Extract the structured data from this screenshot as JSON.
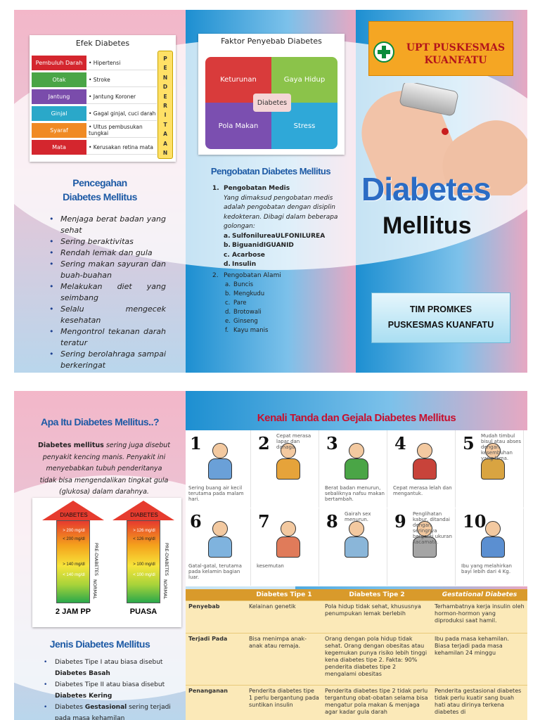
{
  "efek": {
    "title": "Efek Diabetes",
    "rows": [
      {
        "organ": "Pembuluh Darah",
        "effect": "• Hipertensi",
        "color": "#d4262e"
      },
      {
        "organ": "Otak",
        "effect": "• Stroke",
        "color": "#4aa546"
      },
      {
        "organ": "Jantung",
        "effect": "• Jantung Koroner",
        "color": "#7a4cab"
      },
      {
        "organ": "Ginjal",
        "effect": "• Gagal ginjal, cuci darah",
        "color": "#2aa8c9"
      },
      {
        "organ": "Syaraf",
        "effect": "• Ultus pembusukan tungkai",
        "color": "#f08a24"
      },
      {
        "organ": "Mata",
        "effect": "• Kerusakan retina mata",
        "color": "#d4262e"
      }
    ],
    "side": [
      "P",
      "E",
      "N",
      "D",
      "E",
      "R",
      "I",
      "T",
      "A",
      "A",
      "N"
    ]
  },
  "pencegahan": {
    "title1": "Pencegahan",
    "title2": "Diabetes Mellitus",
    "items": [
      "Menjaga berat badan yang sehat",
      "Sering beraktivitas",
      "Rendah lemak dan gula",
      "Sering makan sayuran dan buah-buahan",
      "Melakukan diet yang seimbang",
      "Selalu mengecek kesehatan",
      "Mengontrol tekanan darah teratur",
      "Sering berolahraga sampai berkeringat"
    ]
  },
  "faktor": {
    "title": "Faktor Penyebab Diabetes",
    "q1": "Keturunan",
    "q2": "Gaya Hidup",
    "q3": "Pola Makan",
    "q4": "Stress",
    "center": "Diabetes"
  },
  "pengobatan": {
    "title": "Pengobatan Diabetes Mellitus",
    "medis_title": "Pengobatan Medis",
    "medis_desc": "Yang dimaksud pengobatan medis adalah pengobatan dengan disiplin kedokteran. Dibagi dalam beberapa golongan:",
    "medis": [
      {
        "k": "a.",
        "v": "SulfonilureaULFONILUREA"
      },
      {
        "k": "b.",
        "v": "BiguanidIGUANID"
      },
      {
        "k": "c.",
        "v": "Acarbose"
      },
      {
        "k": "d.",
        "v": "Insulin"
      }
    ],
    "alami_title": "Pengobatan Alami",
    "alami": [
      {
        "k": "a.",
        "v": "Buncis"
      },
      {
        "k": "b.",
        "v": "Mengkudu"
      },
      {
        "k": "c.",
        "v": "Pare"
      },
      {
        "k": "d.",
        "v": "Brotowali"
      },
      {
        "k": "e.",
        "v": "Ginseng"
      },
      {
        "k": "f.",
        "v": "Kayu manis"
      }
    ],
    "n1": "1.",
    "n2": "2."
  },
  "cover": {
    "org1": "UPT PUSKESMAS",
    "org2": "KUANFATU",
    "word1": "Diabetes",
    "word2": "Mellitus",
    "team1": "TIM PROMKES",
    "team2": "PUSKESMAS KUANFATU"
  },
  "apa": {
    "title": "Apa Itu Diabetes Mellitus..?",
    "bold": "Diabetes mellitus",
    "text": " sering juga disebut penyakit kencing manis. Penyakit ini menyebabkan tubuh penderitanya tidak bisa mengendalikan tingkat gula (glukosa) dalam darahnya."
  },
  "arrows": [
    {
      "head": "DIABETES",
      "top": "> 200 mg/dl",
      "mid": "< 200 mg/dl",
      "low1": "> 140 mg/dl",
      "low2": "< 140 mg/dl",
      "side1": "PRE-DIABETES",
      "side2": "NORMAL",
      "label": "2 JAM PP"
    },
    {
      "head": "DIABETES",
      "top": "> 126 mg/dl",
      "mid": "< 126 mg/dl",
      "low1": "> 100 mg/dl",
      "low2": "< 100 mg/dl",
      "side1": "PRE-DIABETES",
      "side2": "NORMAL",
      "label": "PUASA"
    }
  ],
  "jenis": {
    "title": "Jenis Diabetes Mellitus",
    "l1a": "Diabetes Tipe I atau biasa disebut ",
    "l1b": "Diabetes Basah",
    "l2a": "Diabetes Tipe II atau biasa disebut ",
    "l2b": "Diabetes Kering",
    "l3a": "Diabetes ",
    "l3b": "Gestasional",
    "l3c": " sering terjadi pada masa kehamilan"
  },
  "gejala": {
    "title": "Kenali Tanda dan Gejala Diabetes Mellitus",
    "items": [
      {
        "n": "1",
        "cap": "Sering buang air kecil terutama pada malam hari."
      },
      {
        "n": "2",
        "cap": "Cepat merasa lapar dan dahaga."
      },
      {
        "n": "3",
        "cap": "Berat badan menurun, sebaliknya nafsu makan bertambah."
      },
      {
        "n": "4",
        "cap": "Cepat merasa lelah dan mengantuk."
      },
      {
        "n": "5",
        "cap": "Mudah timbul bisul atau abses dengan kesembuhan yang lama."
      },
      {
        "n": "6",
        "cap": "Gatal-gatal, terutama pada kelamin bagian luar."
      },
      {
        "n": "7",
        "cap": "kesemutan"
      },
      {
        "n": "8",
        "cap": "Gairah sex menurun."
      },
      {
        "n": "9",
        "cap": "Penglihatan kabur, ditandai dengan seringnya berganti ukuran kacamata."
      },
      {
        "n": "10",
        "cap": "Ibu yang melahirkan bayi lebih dari 4 Kg."
      }
    ]
  },
  "tabel": {
    "headers": [
      "",
      "Diabetes Tipe 1",
      "Diabetes Tipe 2",
      "Gestational Diabetes"
    ],
    "rows": [
      [
        "Penyebab",
        "Kelainan genetik",
        "Pola hidup tidak sehat, khususnya penumpukan lemak berlebih",
        "Terhambatnya kerja insulin oleh hormon-hormon yang diproduksi saat hamil."
      ],
      [
        "Terjadi Pada",
        "Bisa menimpa anak-anak atau remaja.",
        "Orang dengan pola hidup tidak sehat. Orang dengan obesitas atau kegemukan punya risiko lebih tinggi kena diabetes tipe 2. Fakta: 90% penderita diabetes tipe 2 mengalami obesitas",
        "Ibu pada masa kehamilan. Biasa terjadi pada masa kehamilan 24 minggu"
      ],
      [
        "Penanganan",
        "Penderita diabetes tipe 1 perlu bergantung pada suntikan insulin",
        "Penderita diabetes tipe 2 tidak perlu tergantung obat-obatan selama bisa mengatur pola makan & menjaga agar kadar gula darah",
        "Penderita gestasional diabetes tidak perlu kuatir sang buah hati atau dirinya terkena diabetes di"
      ]
    ]
  }
}
